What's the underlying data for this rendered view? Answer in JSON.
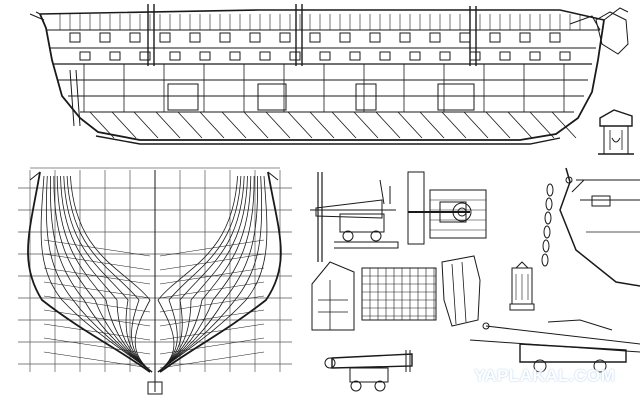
{
  "diagram": {
    "ink_color": "#1a1a1a",
    "paper_color": "#ffffff",
    "watermark_text": "YAPLAKAL.COM",
    "watermark_color": "#b7d3ef",
    "panels": [
      {
        "id": "hull-profile"
      },
      {
        "id": "body-plan"
      },
      {
        "id": "gun-carriage-profile"
      },
      {
        "id": "gun-carriage-plan"
      },
      {
        "id": "lantern"
      },
      {
        "id": "bow-section-detail"
      },
      {
        "id": "knee-detail"
      },
      {
        "id": "grating-detail"
      },
      {
        "id": "companion-detail"
      },
      {
        "id": "cannon-detail"
      },
      {
        "id": "cannon-tackle-detail"
      },
      {
        "id": "belfry-detail"
      }
    ]
  }
}
